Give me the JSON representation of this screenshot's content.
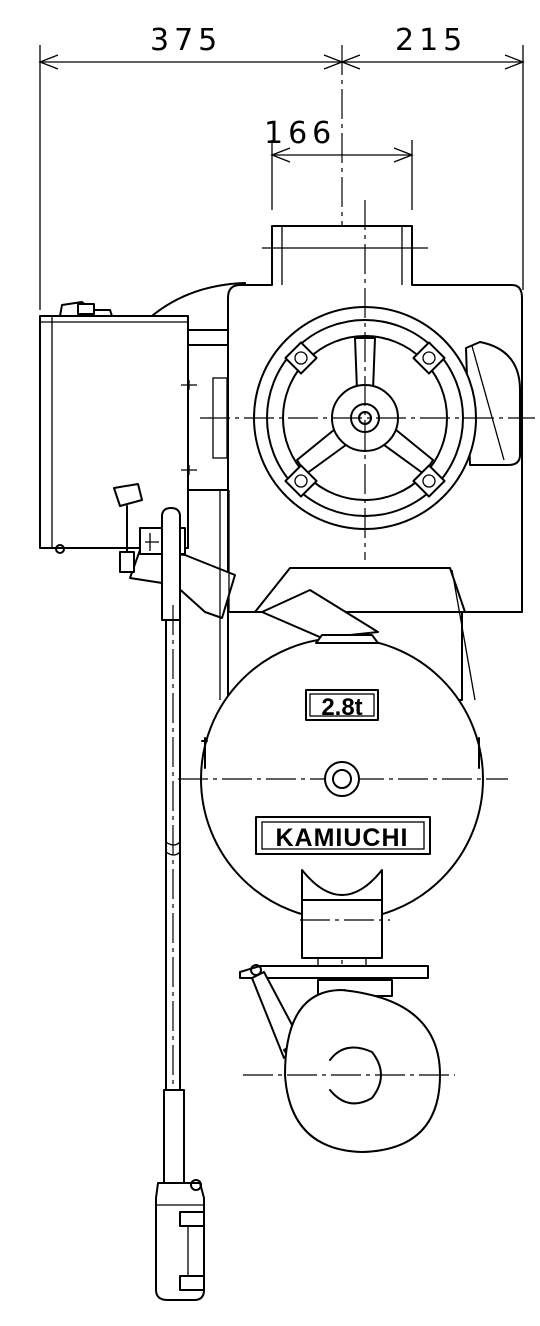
{
  "dimensions": {
    "overall_left": "375",
    "overall_right": "215",
    "top_opening": "166"
  },
  "plates": {
    "capacity": "2.8t",
    "brand": "KAMIUCHI"
  }
}
